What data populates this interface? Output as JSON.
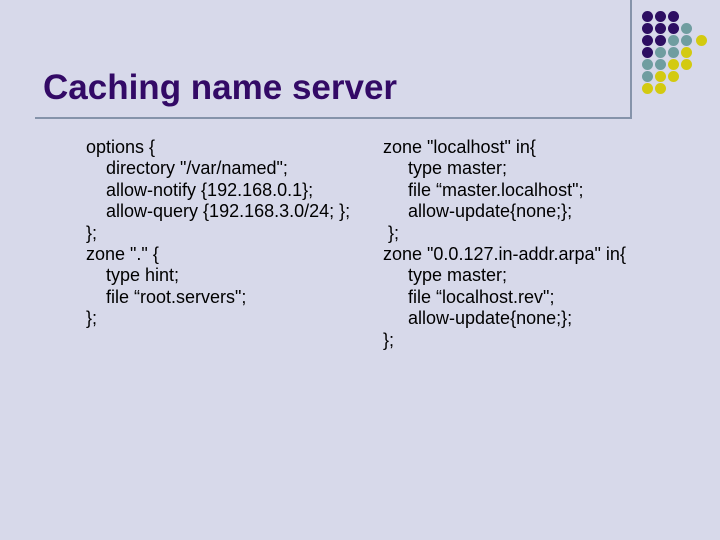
{
  "slide": {
    "title": "Caching name server"
  },
  "colors": {
    "background": "#d7d9ea",
    "title_text": "#330a66",
    "frame_line": "#8593aa",
    "code_text": "#000000"
  },
  "code": {
    "left": [
      "options {",
      "    directory \"/var/named\";",
      "    allow-notify {192.168.0.1};",
      "    allow-query {192.168.3.0/24; };",
      "};",
      "zone \".\" {",
      "    type hint;",
      "    file “root.servers\";",
      "};"
    ],
    "right": [
      "zone \"localhost\" in{",
      "     type master;",
      "     file “master.localhost\";",
      "     allow-update{none;};",
      " };",
      "zone \"0.0.127.in-addr.arpa\" in{",
      "     type master;",
      "     file “localhost.rev\";",
      "     allow-update{none;};",
      "};"
    ]
  },
  "dots": {
    "palette": {
      "P": "#2d0e62",
      "T": "#6f9da0",
      "Y": "#d3ca10"
    },
    "diameter": 11,
    "rows": [
      {
        "y": 16,
        "xs": [
          647,
          660,
          673
        ],
        "colors": [
          "P",
          "P",
          "P"
        ]
      },
      {
        "y": 28,
        "xs": [
          647,
          660,
          673,
          686
        ],
        "colors": [
          "P",
          "P",
          "P",
          "T"
        ]
      },
      {
        "y": 40,
        "xs": [
          647,
          660,
          673,
          686,
          701
        ],
        "colors": [
          "P",
          "P",
          "T",
          "T",
          "Y"
        ]
      },
      {
        "y": 52,
        "xs": [
          647,
          660,
          673,
          686
        ],
        "colors": [
          "P",
          "T",
          "T",
          "Y"
        ]
      },
      {
        "y": 64,
        "xs": [
          647,
          660,
          673,
          686
        ],
        "colors": [
          "T",
          "T",
          "Y",
          "Y"
        ]
      },
      {
        "y": 76,
        "xs": [
          647,
          660,
          673
        ],
        "colors": [
          "T",
          "Y",
          "Y"
        ]
      },
      {
        "y": 88,
        "xs": [
          647,
          660
        ],
        "colors": [
          "Y",
          "Y"
        ]
      }
    ]
  }
}
